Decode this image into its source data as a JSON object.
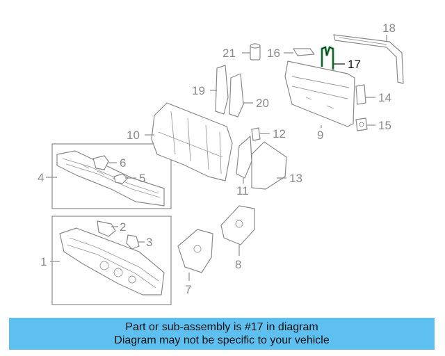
{
  "callouts": {
    "c1": "1",
    "c2": "2",
    "c3": "3",
    "c4": "4",
    "c5": "5",
    "c6": "6",
    "c7": "7",
    "c8": "8",
    "c9": "9",
    "c10": "10",
    "c11": "11",
    "c12": "12",
    "c13": "13",
    "c14": "14",
    "c15": "15",
    "c16": "16",
    "c17": "17",
    "c18": "18",
    "c19": "19",
    "c20": "20",
    "c21": "21"
  },
  "highlight": {
    "part": "17",
    "color": "#2eaa5a"
  },
  "banner": {
    "line1": "Part or sub-assembly is #17 in diagram",
    "line2": "Diagram may not be specific to your vehicle",
    "color": "#5ec0f0"
  }
}
